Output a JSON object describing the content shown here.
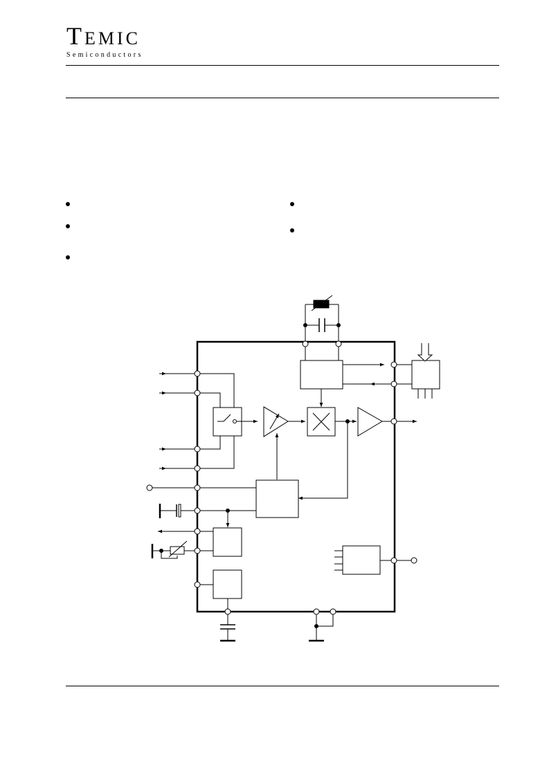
{
  "header": {
    "brand": "TEMIC",
    "brand_first": "T",
    "brand_rest": "EMIC",
    "subtitle": "Semiconductors"
  },
  "features": {
    "left_bullets": 3,
    "right_bullets": 2
  },
  "diagram": {
    "type": "block-diagram",
    "line_color": "#000000"
  }
}
